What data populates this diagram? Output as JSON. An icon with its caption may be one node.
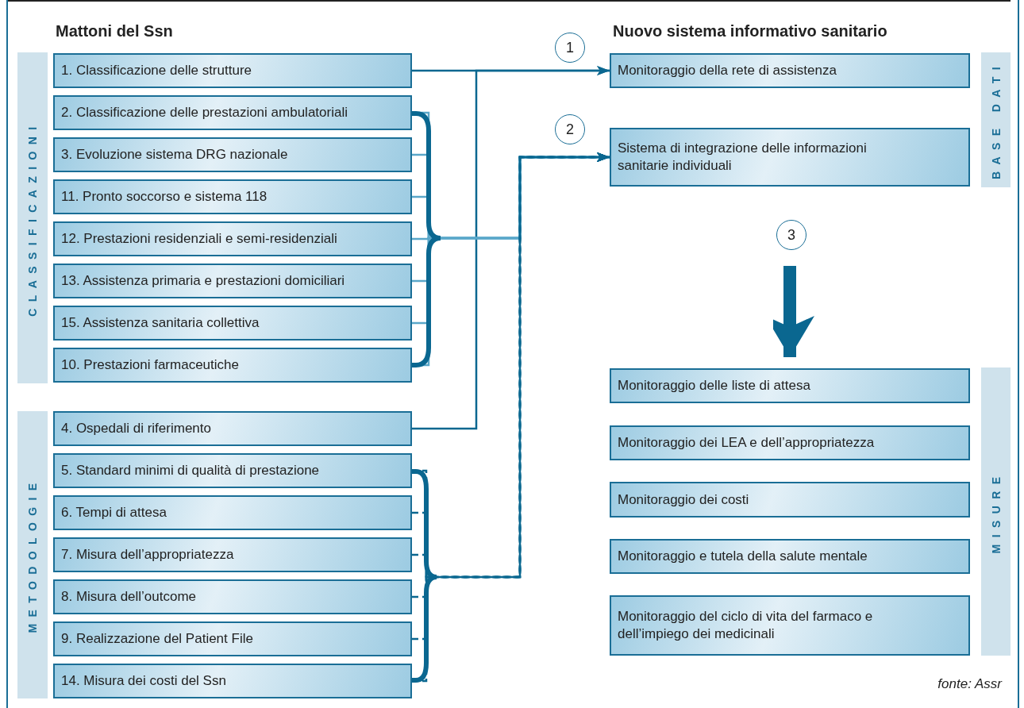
{
  "diagram": {
    "caption": "fonte: Assr",
    "nodes": [
      {
        "text": [
          "CLASSIFICAZIONI"
        ]
      },
      {
        "text": [
          "1. Classificazione delle strutture"
        ]
      },
      {
        "text": [
          "2. Classificazione delle prestazioni ambulatoriali"
        ]
      },
      {
        "text": [
          "3. Evoluzione sistema DRG nazionale"
        ]
      },
      {
        "text": [
          "11. Pronto soccorso e sistema 118"
        ]
      },
      {
        "text": [
          "12. Prestazioni residenziali e semi-residenziali"
        ]
      },
      {
        "text": [
          "13. Assistenza primaria e prestazioni domiciliari"
        ]
      },
      {
        "text": [
          "15. Assistenza sanitaria collettiva"
        ]
      },
      {
        "text": [
          "10. Prestazioni farmaceutiche"
        ]
      },
      {
        "text": [
          "METODOLOGIE"
        ]
      },
      {
        "text": [
          "4. Ospedali di riferimento"
        ]
      },
      {
        "text": [
          "5. Standard minimi di qualità di prestazione"
        ]
      },
      {
        "text": [
          "6. Tempi di attesa"
        ]
      },
      {
        "text": [
          "7. Misura dell’appropriatezza"
        ]
      },
      {
        "text": [
          "8. Misura dell’outcome"
        ]
      },
      {
        "text": [
          "9. Realizzazione del Patient File"
        ]
      },
      {
        "text": [
          "14. Misura dei costi del Ssn"
        ]
      },
      {
        "text": [
          "Monitoraggio della rete di assistenza"
        ]
      },
      {
        "text": [
          "Sistema di integrazione delle informazioni sanitarie individuali"
        ]
      },
      {
        "text": [
          "BASE DATI"
        ]
      },
      {
        "text": [
          "MISURE"
        ]
      },
      {
        "text": [
          "Monitoraggio delle liste di attesa"
        ]
      },
      {
        "text": [
          "Monitoraggio dei LEA e dell’appropriatezza"
        ]
      },
      {
        "text": [
          "Monitoraggio dei costi"
        ]
      },
      {
        "text": [
          "Monitoraggio e tutela della salute mentale"
        ]
      },
      {
        "text": [
          "Monitoraggio del ciclo di vita del farmaco e dell’impiego dei medicinali"
        ]
      }
    ],
    "edges": [
      {
        "from": 1,
        "to": 17,
        "arrow": "to",
        "label": "1"
      },
      {
        "from": 10,
        "to": 17,
        "arrow": "to"
      },
      {
        "from": 2,
        "to": 18,
        "arrow": "to",
        "color": "#5aa7c9"
      },
      {
        "from": 3,
        "to": 18,
        "arrow": "to",
        "color": "#5aa7c9"
      },
      {
        "from": 4,
        "to": 18,
        "arrow": "to",
        "color": "#5aa7c9"
      },
      {
        "from": 5,
        "to": 18,
        "arrow": "to",
        "color": "#5aa7c9"
      },
      {
        "from": 6,
        "to": 18,
        "arrow": "to",
        "color": "#5aa7c9"
      },
      {
        "from": 7,
        "to": 18,
        "arrow": "to",
        "color": "#5aa7c9"
      },
      {
        "from": 8,
        "to": 18,
        "arrow": "to",
        "color": "#5aa7c9"
      },
      {
        "from": 11,
        "to": 18,
        "arrow": "to",
        "style": "dashed",
        "label": "2"
      },
      {
        "from": 12,
        "to": 18,
        "arrow": "to",
        "style": "dashed"
      },
      {
        "from": 13,
        "to": 18,
        "arrow": "to",
        "style": "dashed"
      },
      {
        "from": 14,
        "to": 18,
        "arrow": "to",
        "style": "dashed"
      },
      {
        "from": 15,
        "to": 18,
        "arrow": "to",
        "style": "dashed"
      },
      {
        "from": 16,
        "to": 18,
        "arrow": "to",
        "style": "dashed"
      },
      {
        "from": null,
        "to": 21,
        "arrow": "to",
        "style": "thick",
        "label": "3"
      }
    ],
    "labels": [
      "Mattoni del Ssn",
      "Nuovo sistema informativo sanitario"
    ]
  }
}
